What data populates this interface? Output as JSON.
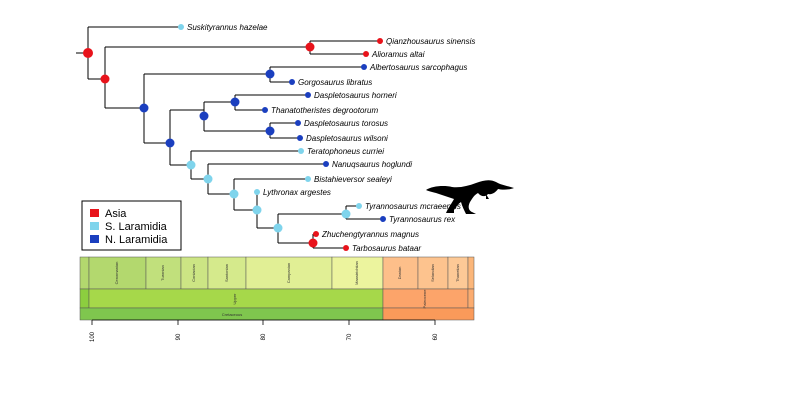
{
  "legend": {
    "items": [
      {
        "label": "Asia",
        "color": "#e8131b"
      },
      {
        "label": "S. Laramidia",
        "color": "#7fd4ec"
      },
      {
        "label": "N. Laramidia",
        "color": "#1b3fbf"
      }
    ]
  },
  "taxa": [
    {
      "id": "suskityrannus",
      "name": "Suskityrannus hazelae",
      "region": "S. Laramidia"
    },
    {
      "id": "qianzhousaurus",
      "name": "Qianzhousaurus sinensis",
      "region": "Asia"
    },
    {
      "id": "alioramus",
      "name": "Alioramus altai",
      "region": "Asia"
    },
    {
      "id": "albertosaurus",
      "name": "Albertosaurus sarcophagus",
      "region": "N. Laramidia"
    },
    {
      "id": "gorgosaurus",
      "name": "Gorgosaurus libratus",
      "region": "N. Laramidia"
    },
    {
      "id": "daspletosaurus_horneri",
      "name": "Daspletosaurus horneri",
      "region": "N. Laramidia"
    },
    {
      "id": "thanatotheristes",
      "name": "Thanatotheristes degrootorum",
      "region": "N. Laramidia"
    },
    {
      "id": "daspletosaurus_torosus",
      "name": "Daspletosaurus torosus",
      "region": "N. Laramidia"
    },
    {
      "id": "daspletosaurus_wilsoni",
      "name": "Daspletosaurus wilsoni",
      "region": "N. Laramidia"
    },
    {
      "id": "teratophoneus",
      "name": "Teratophoneus curriei",
      "region": "S. Laramidia"
    },
    {
      "id": "nanuqsaurus",
      "name": "Nanuqsaurus hoglundi",
      "region": "N. Laramidia"
    },
    {
      "id": "bistahieversor",
      "name": "Bistahieversor sealeyi",
      "region": "S. Laramidia"
    },
    {
      "id": "lythronax",
      "name": "Lythronax argestes",
      "region": "S. Laramidia"
    },
    {
      "id": "tyrannosaurus_mcraeensis",
      "name": "Tyrannosaurus mcraeensis",
      "region": "S. Laramidia"
    },
    {
      "id": "tyrannosaurus_rex",
      "name": "Tyrannosaurus rex",
      "region": "N. Laramidia"
    },
    {
      "id": "zhuchengtyrannus",
      "name": "Zhuchengtyrannus magnus",
      "region": "Asia"
    },
    {
      "id": "tarbosaurus",
      "name": "Tarbosaurus bataar",
      "region": "Asia"
    }
  ],
  "timescale": {
    "stages": [
      {
        "name": "Cenomanian",
        "color": "#b3d86e"
      },
      {
        "name": "Turonian",
        "color": "#c1e07c"
      },
      {
        "name": "Coniacian",
        "color": "#cce584"
      },
      {
        "name": "Santonian",
        "color": "#d5ea8c"
      },
      {
        "name": "Campanian",
        "color": "#e1ef95"
      },
      {
        "name": "Maastrichtian",
        "color": "#ecf49e"
      },
      {
        "name": "Danian",
        "color": "#fdbf8a"
      },
      {
        "name": "Selandian",
        "color": "#fdc38e"
      },
      {
        "name": "Thanetian",
        "color": "#fdc996"
      }
    ],
    "epochs": [
      {
        "name": "Upper",
        "color": "#a6d84a"
      },
      {
        "name": "Paleocene",
        "color": "#fca46a"
      }
    ],
    "periods": [
      {
        "name": "Cretaceous",
        "color": "#7fc64e"
      },
      {
        "name": "",
        "color": "#fa9a5a"
      }
    ],
    "ticks": [
      "100",
      "90",
      "80",
      "70",
      "60"
    ]
  }
}
